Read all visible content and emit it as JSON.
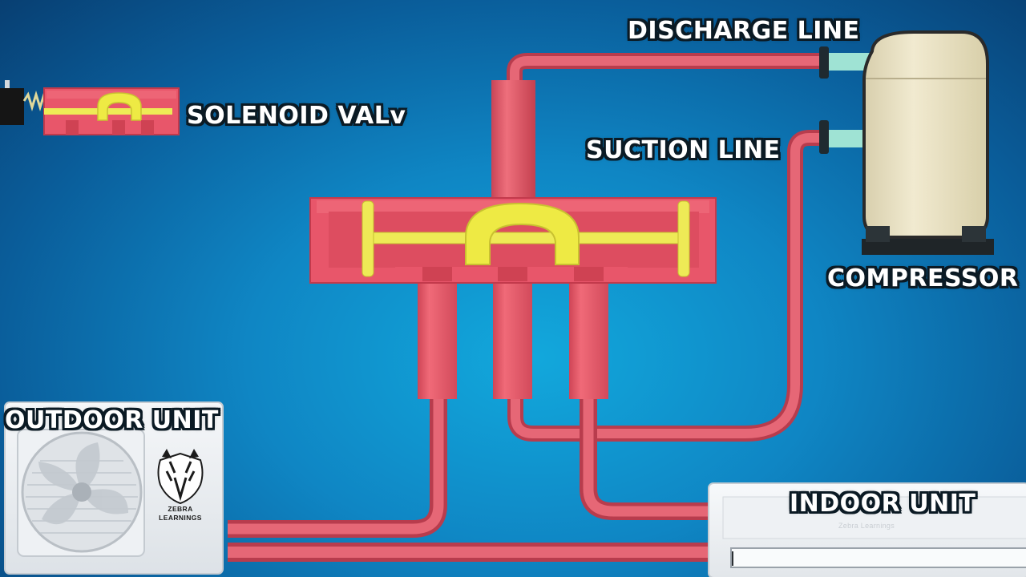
{
  "labels": {
    "discharge_line": "DISCHARGE LINE",
    "suction_line": "SUCTION LINE",
    "solenoid_valve": "SOLENOID VALv",
    "compressor": "COMPRESSOR",
    "outdoor_unit": "OUTDOOR UNIT",
    "indoor_unit": "INDOOR UNIT"
  },
  "logo": {
    "line1": "ZEBRA",
    "line2": "LEARNINGS"
  },
  "indoor_brand": "Zebra Learnings",
  "colors": {
    "pipe": "#e35d6b",
    "pipe_dark": "#b73b4c",
    "valve_body": "#e8566a",
    "slider": "#ece94e",
    "compressor": "#ece4c3",
    "background": "#0f86c4",
    "label_outline": "#0b1a24"
  }
}
